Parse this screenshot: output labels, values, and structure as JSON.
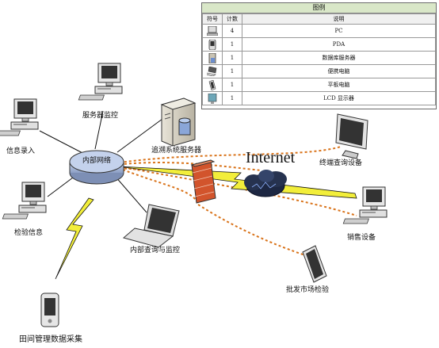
{
  "legend": {
    "title": "图例",
    "headers": [
      "符号",
      "计数",
      "说明"
    ],
    "rows": [
      {
        "icon": "pc-icon",
        "count": "4",
        "desc": "PC"
      },
      {
        "icon": "pda-icon",
        "count": "1",
        "desc": "PDA"
      },
      {
        "icon": "database-server-icon",
        "count": "1",
        "desc": "数据库服务器"
      },
      {
        "icon": "laptop-icon",
        "count": "1",
        "desc": "便携电脑"
      },
      {
        "icon": "tablet-icon",
        "count": "1",
        "desc": "平板电脑"
      },
      {
        "icon": "lcd-monitor-icon",
        "count": "1",
        "desc": "LCD 显示器"
      }
    ]
  },
  "nodes": {
    "hub": "内部网络",
    "server_monitor": "服务器监控",
    "info_entry": "信息录入",
    "trace_server": "追溯系统服务器",
    "inspection_info": "检验信息",
    "internal_query": "内部查询与监控",
    "field_collection": "田间管理数据采集",
    "terminal_query": "终端查询设备",
    "sales_device": "销售设备",
    "wholesale_inspection": "批发市场检验",
    "internet": "Internet"
  },
  "colors": {
    "dashed_link": "#d9731a",
    "lightning": "#f2ee3a",
    "hub_fill": "#a9b9d9",
    "firewall": "#d2542c"
  }
}
